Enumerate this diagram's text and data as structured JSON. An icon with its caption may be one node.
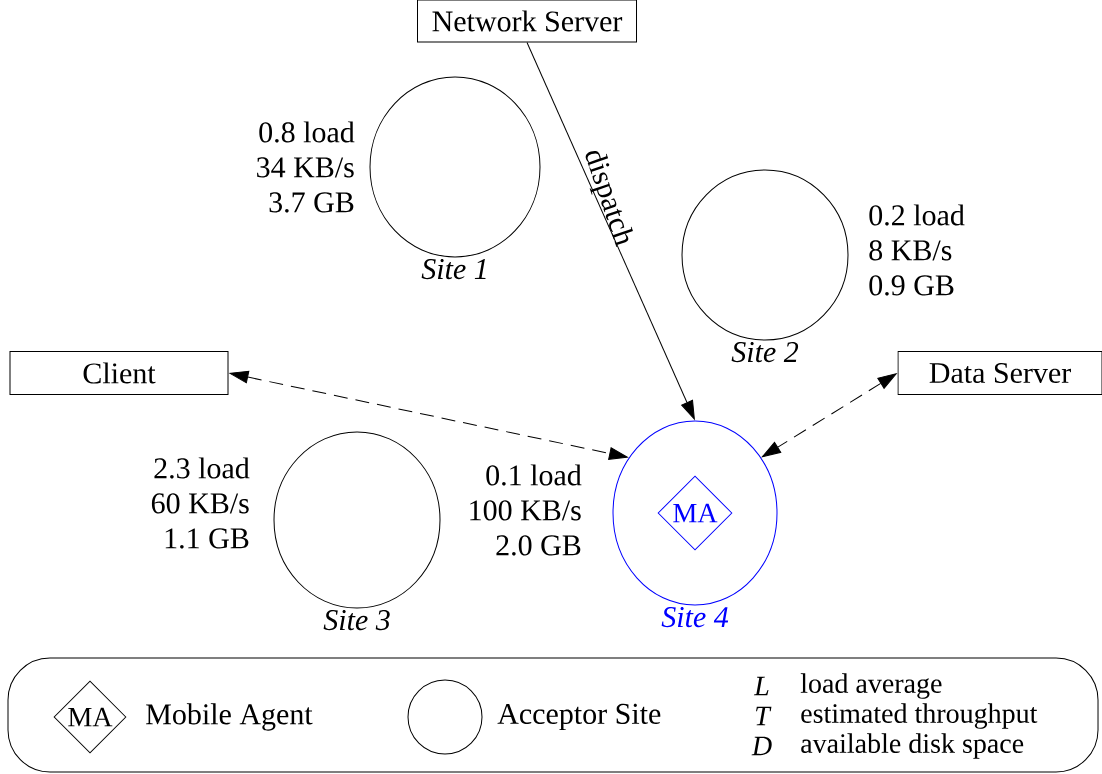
{
  "diagram": {
    "nodes": [
      {
        "text": [
          "Network Server"
        ]
      },
      {
        "text": [
          "Site 1"
        ],
        "beside": [
          "0.8 load",
          "34 KB/s",
          "3.7 GB"
        ]
      },
      {
        "text": [
          "Site 2"
        ],
        "beside": [
          "0.2 load",
          "8 KB/s",
          "0.9 GB"
        ]
      },
      {
        "text": [
          "Client"
        ]
      },
      {
        "text": [
          "Data Server"
        ]
      },
      {
        "text": [
          "Site 3"
        ],
        "beside": [
          "2.3 load",
          "60 KB/s",
          "1.1 GB"
        ]
      },
      {
        "text": [
          "Site 4"
        ],
        "beside": [
          "0.1 load",
          "100 KB/s",
          "2.0 GB"
        ]
      },
      {
        "text": [
          "MA"
        ],
        "in": 6
      }
    ],
    "edges": [
      {
        "from": 0,
        "to": 6,
        "arrow": "to",
        "label": "dispatch"
      },
      {
        "from": 3,
        "to": 6,
        "arrow": "both",
        "style": "dashed"
      },
      {
        "from": 4,
        "to": 6,
        "arrow": "both",
        "style": "dashed"
      }
    ],
    "labels": [
      "MA",
      "L",
      "T",
      "D"
    ],
    "legend": [
      {
        "text": "Mobile Agent"
      },
      {
        "text": "Acceptor Site"
      },
      {
        "text": "load average"
      },
      {
        "text": "estimated throughput"
      },
      {
        "text": "available disk space"
      }
    ]
  }
}
